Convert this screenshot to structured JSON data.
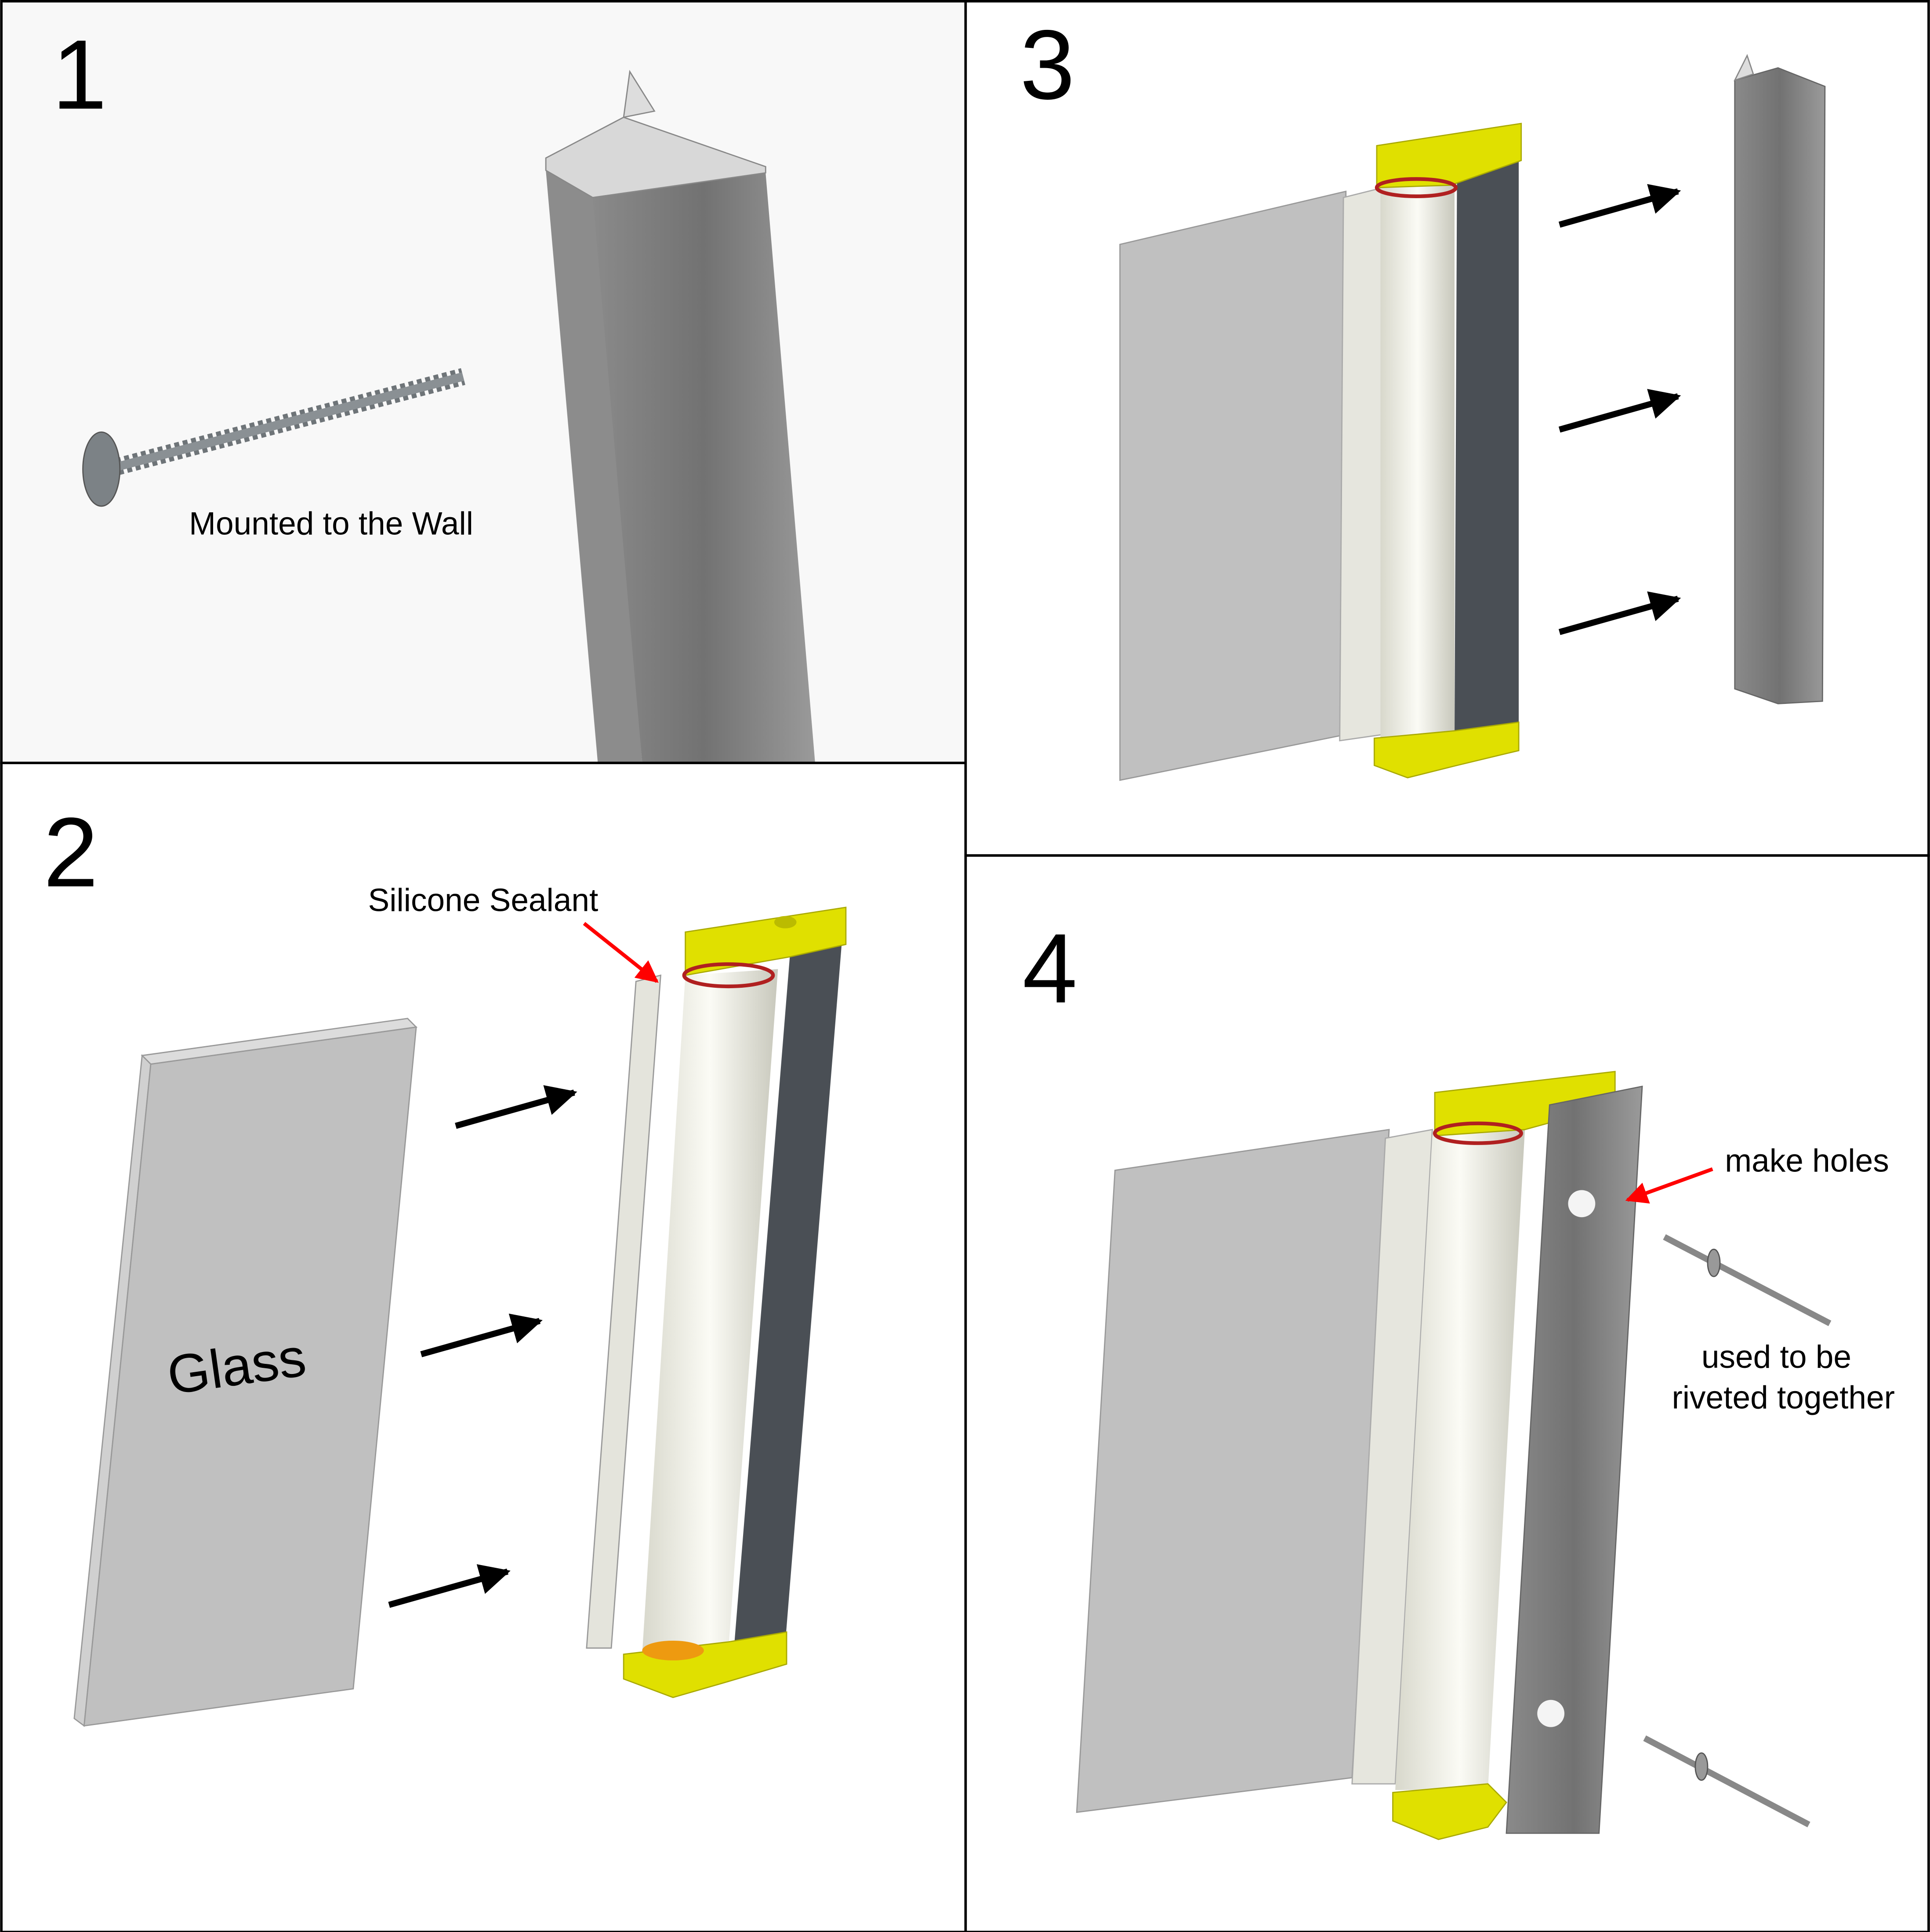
{
  "panels": [
    {
      "number": "1",
      "labels": {
        "caption": "Mounted to the Wall"
      }
    },
    {
      "number": "2",
      "labels": {
        "caption": "Silicone Sealant",
        "glass": "Glass"
      }
    },
    {
      "number": "3",
      "labels": {}
    },
    {
      "number": "4",
      "labels": {
        "caption": "make holes",
        "note_line1": "used to be",
        "note_line2": "riveted together"
      }
    }
  ],
  "colors": {
    "background_panel1": "#f8f8f8",
    "profile_gray": "#7a7a7a",
    "glass_gray": "#c0c0c0",
    "hinge_yellow": "#e0e000",
    "seal_red": "#b02020",
    "roller_white": "#f2f2ea",
    "dark_strip": "#4a4f55",
    "arrow_black": "#000000",
    "pointer_red": "#ff0000"
  }
}
